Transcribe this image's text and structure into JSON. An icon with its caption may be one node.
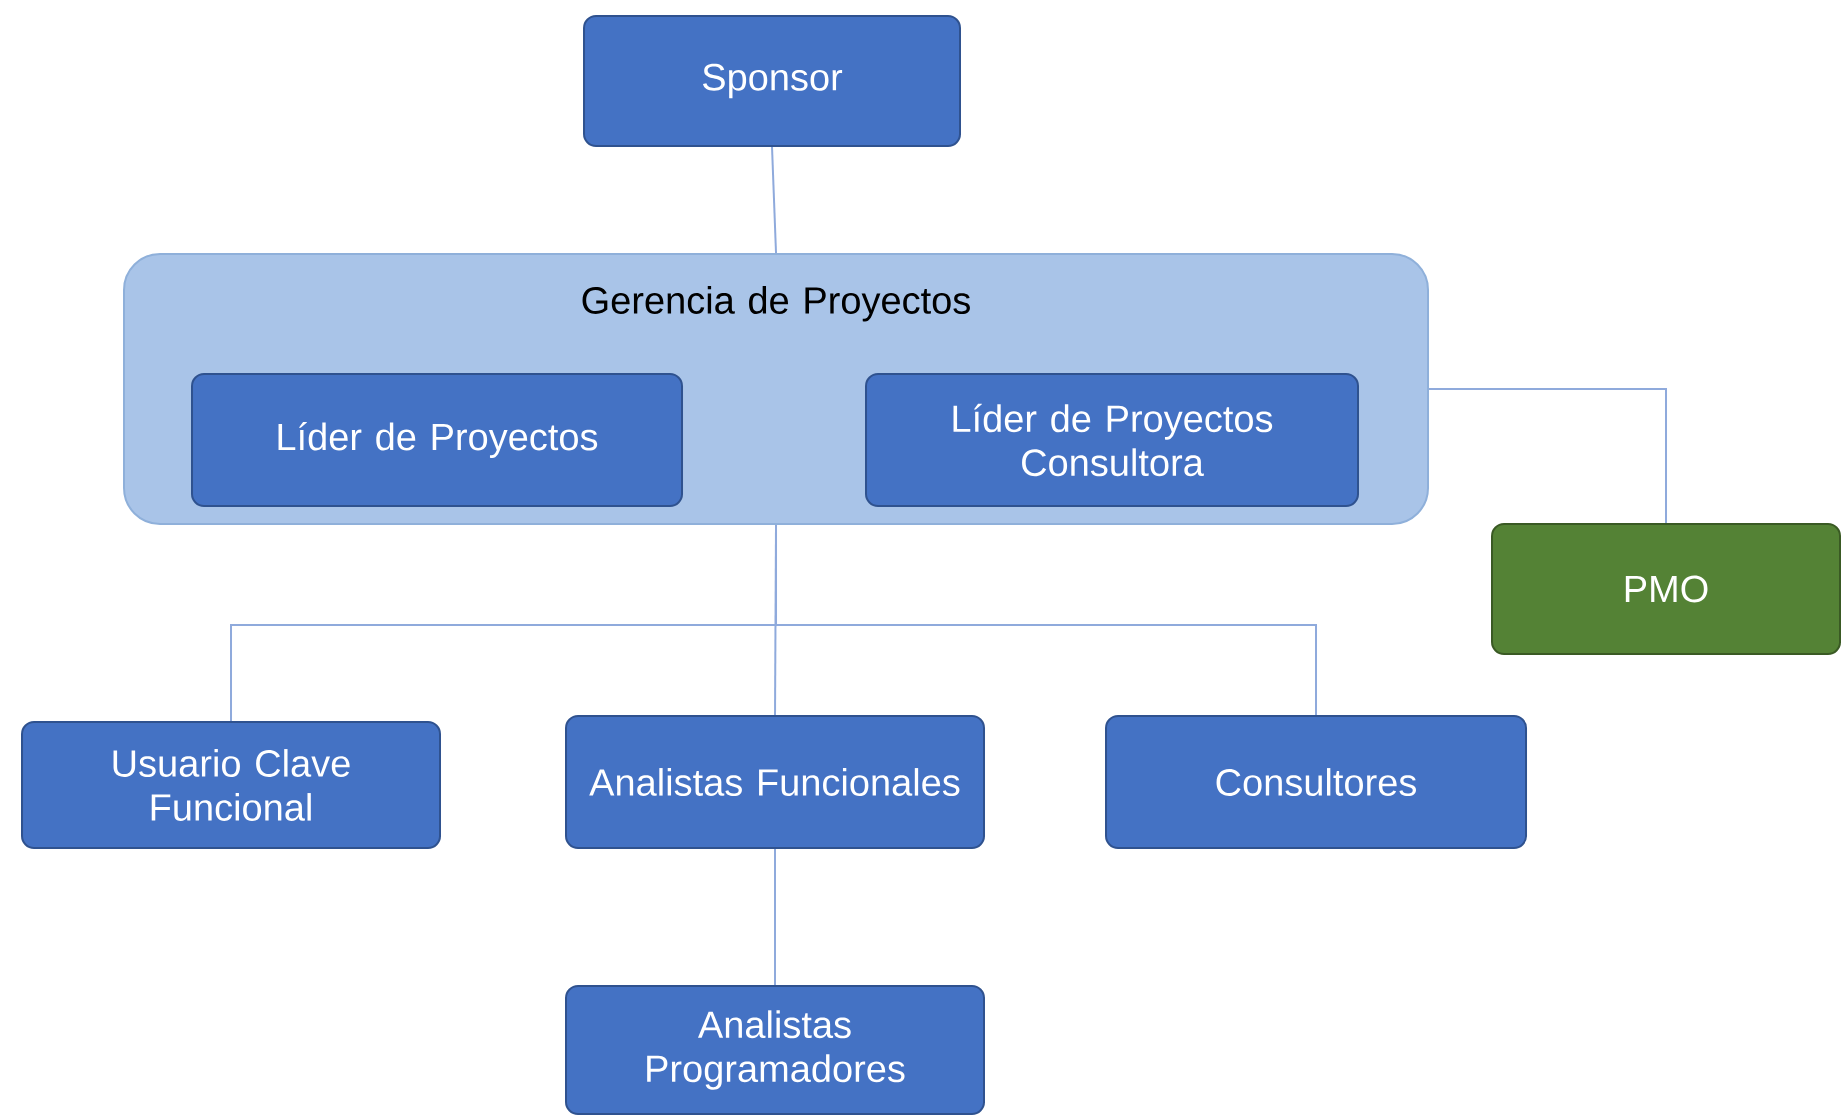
{
  "diagram": {
    "nodes": [
      {
        "text": [
          "Sponsor"
        ]
      },
      {
        "text": [
          "Gerencia de Proyectos"
        ]
      },
      {
        "text": [
          "Líder de Proyectos"
        ],
        "in": 1
      },
      {
        "text": [
          "Líder de Proyectos Consultora"
        ],
        "in": 1
      },
      {
        "text": [
          "PMO"
        ]
      },
      {
        "text": [
          "Usuario Clave Funcional"
        ]
      },
      {
        "text": [
          "Analistas Funcionales"
        ]
      },
      {
        "text": [
          "Consultores"
        ]
      },
      {
        "text": [
          "Analistas Programadores"
        ]
      }
    ],
    "edges": [
      {
        "from": 0,
        "to": 1,
        "arrow": "none"
      },
      {
        "from": 1,
        "to": 4,
        "arrow": "none"
      },
      {
        "from": 1,
        "to": 5,
        "arrow": "none"
      },
      {
        "from": 1,
        "to": 6,
        "arrow": "none"
      },
      {
        "from": 1,
        "to": 7,
        "arrow": "none"
      },
      {
        "from": 6,
        "to": 8,
        "arrow": "none"
      }
    ]
  }
}
